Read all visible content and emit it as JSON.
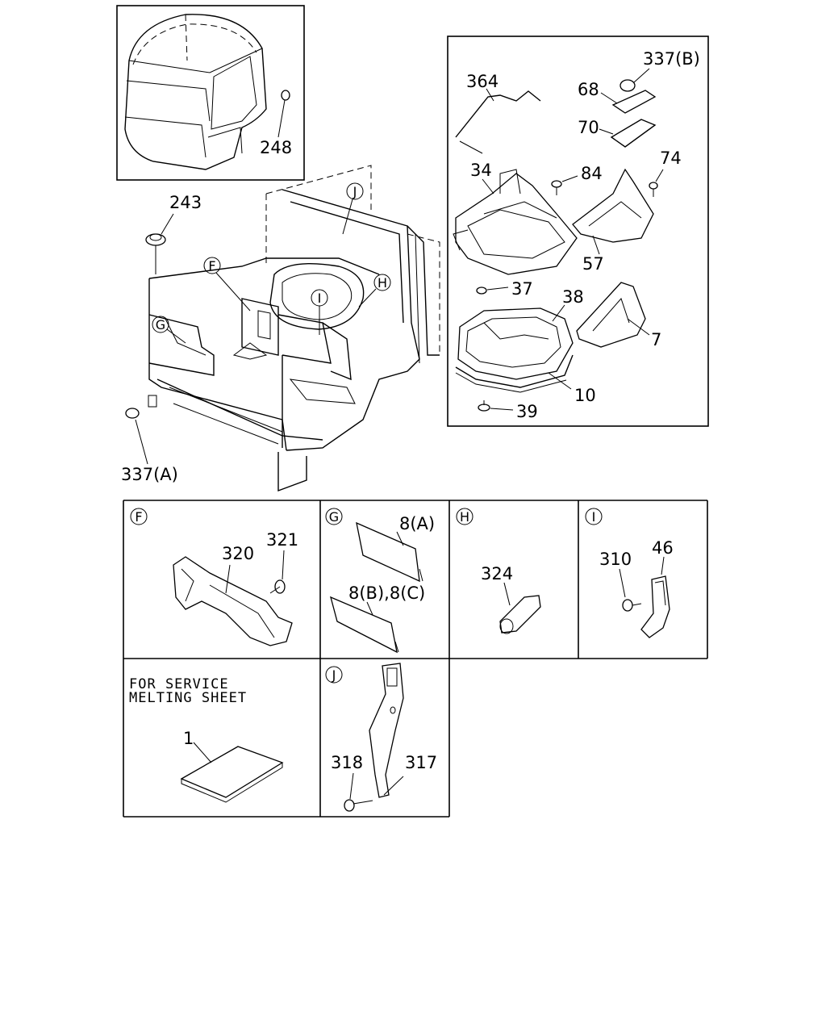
{
  "labels": {
    "p337b": "337(B)",
    "p364": "364",
    "p68": "68",
    "p70": "70",
    "p34": "34",
    "p84": "84",
    "p74": "74",
    "p57": "57",
    "p37": "37",
    "p38": "38",
    "p7": "7",
    "p10": "10",
    "p39": "39",
    "p248": "248",
    "p243": "243",
    "p337a": "337(A)",
    "p320": "320",
    "p321": "321",
    "p8a": "8(A)",
    "p8bc": "8(B),8(C)",
    "p324": "324",
    "p310": "310",
    "p46": "46",
    "p1": "1",
    "p318": "318",
    "p317": "317"
  },
  "callouts": {
    "f": "F",
    "g": "G",
    "h": "H",
    "i": "I",
    "j": "J"
  },
  "service_note": {
    "line1": "FOR SERVICE",
    "line2": "MELTING SHEET"
  }
}
